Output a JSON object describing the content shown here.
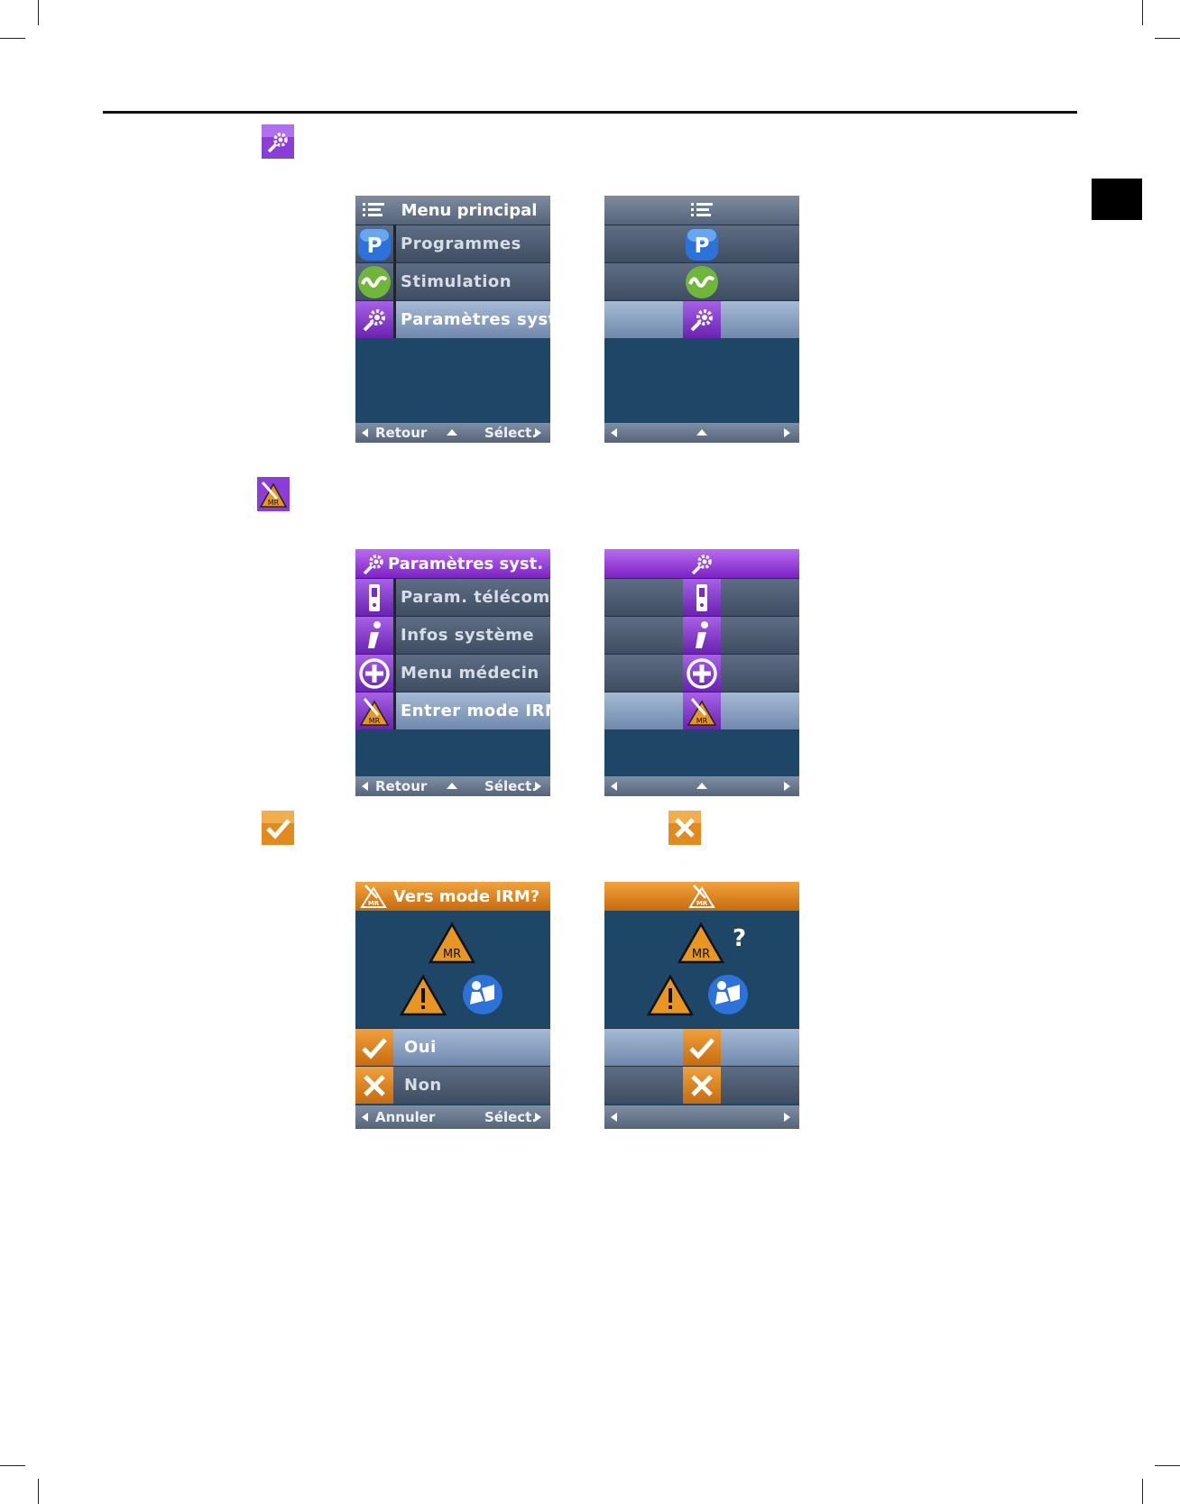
{
  "screens": {
    "main_menu": {
      "title": "Menu principal",
      "items": [
        "Programmes",
        "Stimulation",
        "Paramètres syst."
      ],
      "selected_index": 2,
      "footer": {
        "back": "Retour",
        "select": "Sélect."
      }
    },
    "main_menu_icons": {
      "items_icons": [
        "p-icon",
        "wave-icon",
        "settings-icon"
      ],
      "selected_index": 2
    },
    "system_settings": {
      "title": "Paramètres syst.",
      "items": [
        "Param. télécom.",
        "Infos système",
        "Menu médecin",
        "Entrer mode IRM"
      ],
      "selected_index": 3,
      "footer": {
        "back": "Retour",
        "select": "Sélect."
      }
    },
    "system_settings_icons": {
      "items_icons": [
        "remote-icon",
        "info-icon",
        "plus-icon",
        "mri-icon"
      ],
      "selected_index": 3
    },
    "mri_confirm": {
      "title": "Vers mode IRM?",
      "options": [
        "Oui",
        "Non"
      ],
      "selected_index": 0,
      "footer": {
        "cancel": "Annuler",
        "select": "Sélect."
      }
    },
    "mri_confirm_icons": {
      "question": "?",
      "mr_label": "MR"
    }
  },
  "colors": {
    "screen_bg": "#1e4666",
    "purple": "#8a34d4",
    "orange": "#e08a20",
    "blue": "#2d72d9",
    "green": "#6fb63a"
  },
  "icons": {
    "inline": [
      "settings-icon",
      "mri-icon",
      "check-icon",
      "close-icon"
    ]
  }
}
